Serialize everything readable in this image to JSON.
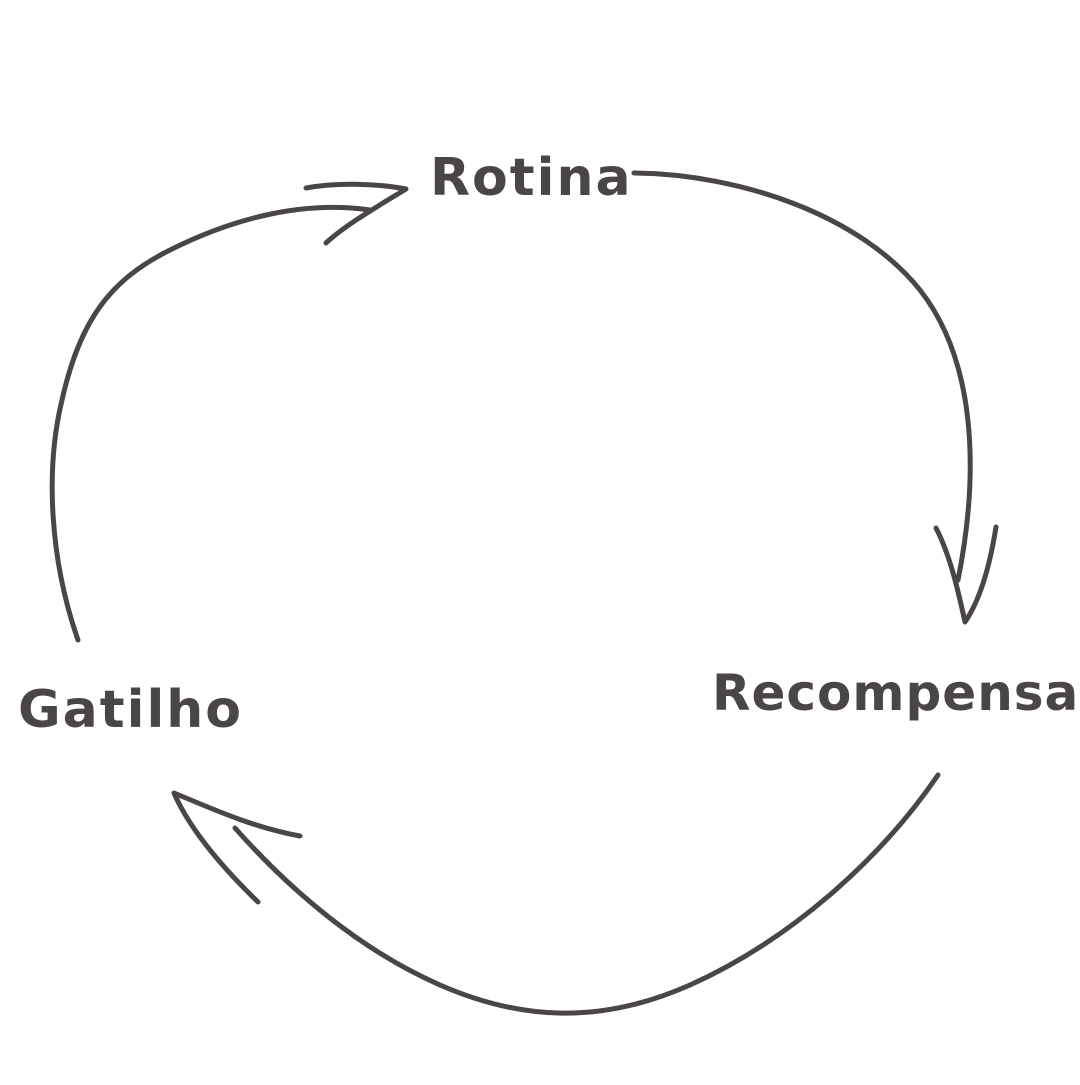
{
  "diagram": {
    "nodes": [
      {
        "id": "rotina",
        "label": "Rotina"
      },
      {
        "id": "recompensa",
        "label": "Recompensa"
      },
      {
        "id": "gatilho",
        "label": "Gatilho"
      }
    ],
    "edges": [
      {
        "from": "rotina",
        "to": "recompensa"
      },
      {
        "from": "recompensa",
        "to": "gatilho"
      },
      {
        "from": "gatilho",
        "to": "rotina"
      }
    ],
    "stroke_color": "#4a4546",
    "text_color": "#4a4546",
    "background": "#ffffff"
  }
}
